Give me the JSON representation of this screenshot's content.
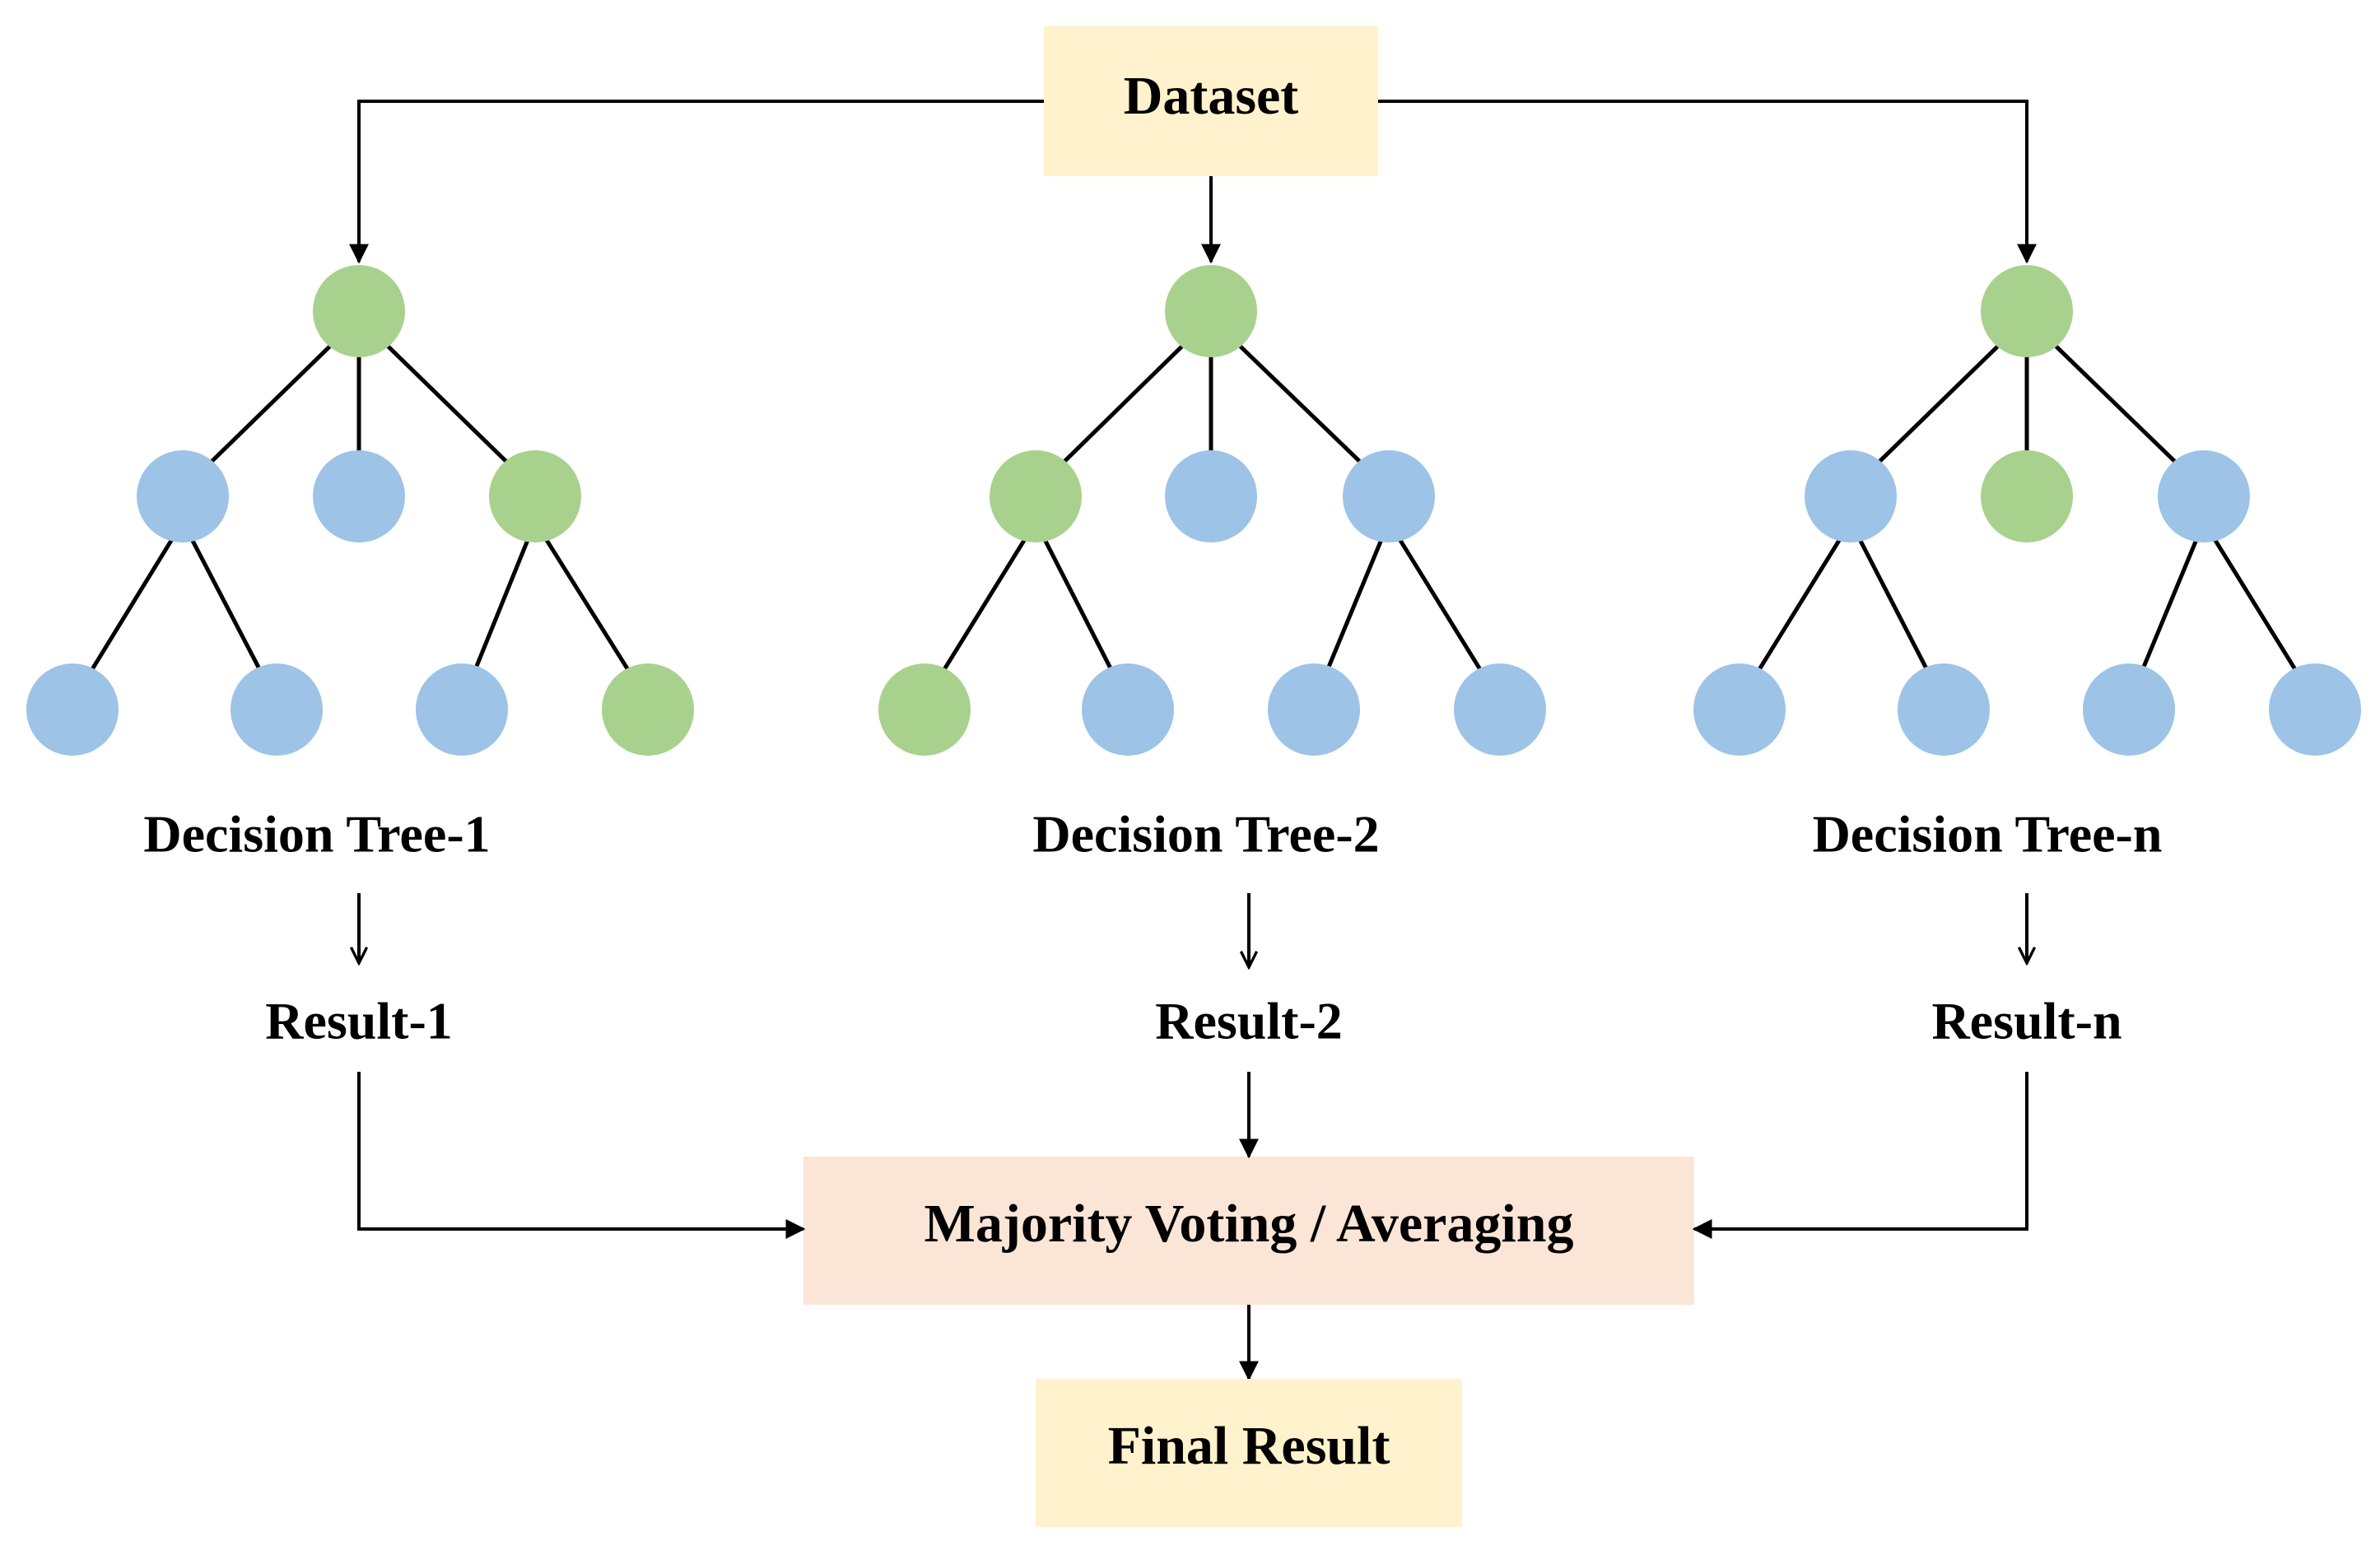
{
  "colors": {
    "split_node": "#a9d18e",
    "leaf_node": "#9dc3e6",
    "dataset_box": "#fff2cc",
    "final_box": "#fff2cc",
    "aggregate_box": "#fbe5d6",
    "line": "#000000"
  },
  "dataset": {
    "label": "Dataset"
  },
  "aggregate": {
    "label": "Majority Voting / Averaging"
  },
  "final": {
    "label": "Final Result"
  },
  "trees": [
    {
      "label": "Decision Tree-1",
      "result": "Result-1",
      "nodes": {
        "root": "green",
        "level1": [
          "blue",
          "blue",
          "green"
        ],
        "level2": [
          "blue",
          "blue",
          "blue",
          "green"
        ]
      }
    },
    {
      "label": "Decision Tree-2",
      "result": "Result-2",
      "nodes": {
        "root": "green",
        "level1": [
          "green",
          "blue",
          "blue"
        ],
        "level2": [
          "green",
          "blue",
          "blue",
          "blue"
        ]
      }
    },
    {
      "label": "Decision Tree-n",
      "result": "Result-n",
      "nodes": {
        "root": "green",
        "level1": [
          "blue",
          "green",
          "blue"
        ],
        "level2": [
          "blue",
          "blue",
          "blue",
          "blue"
        ]
      }
    }
  ]
}
